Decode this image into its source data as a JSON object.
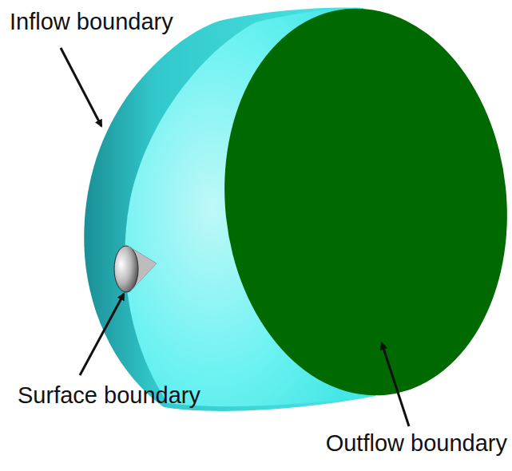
{
  "diagram": {
    "labels": [
      "Inflow boundary",
      "Surface boundary",
      "Outflow boundary"
    ]
  }
}
